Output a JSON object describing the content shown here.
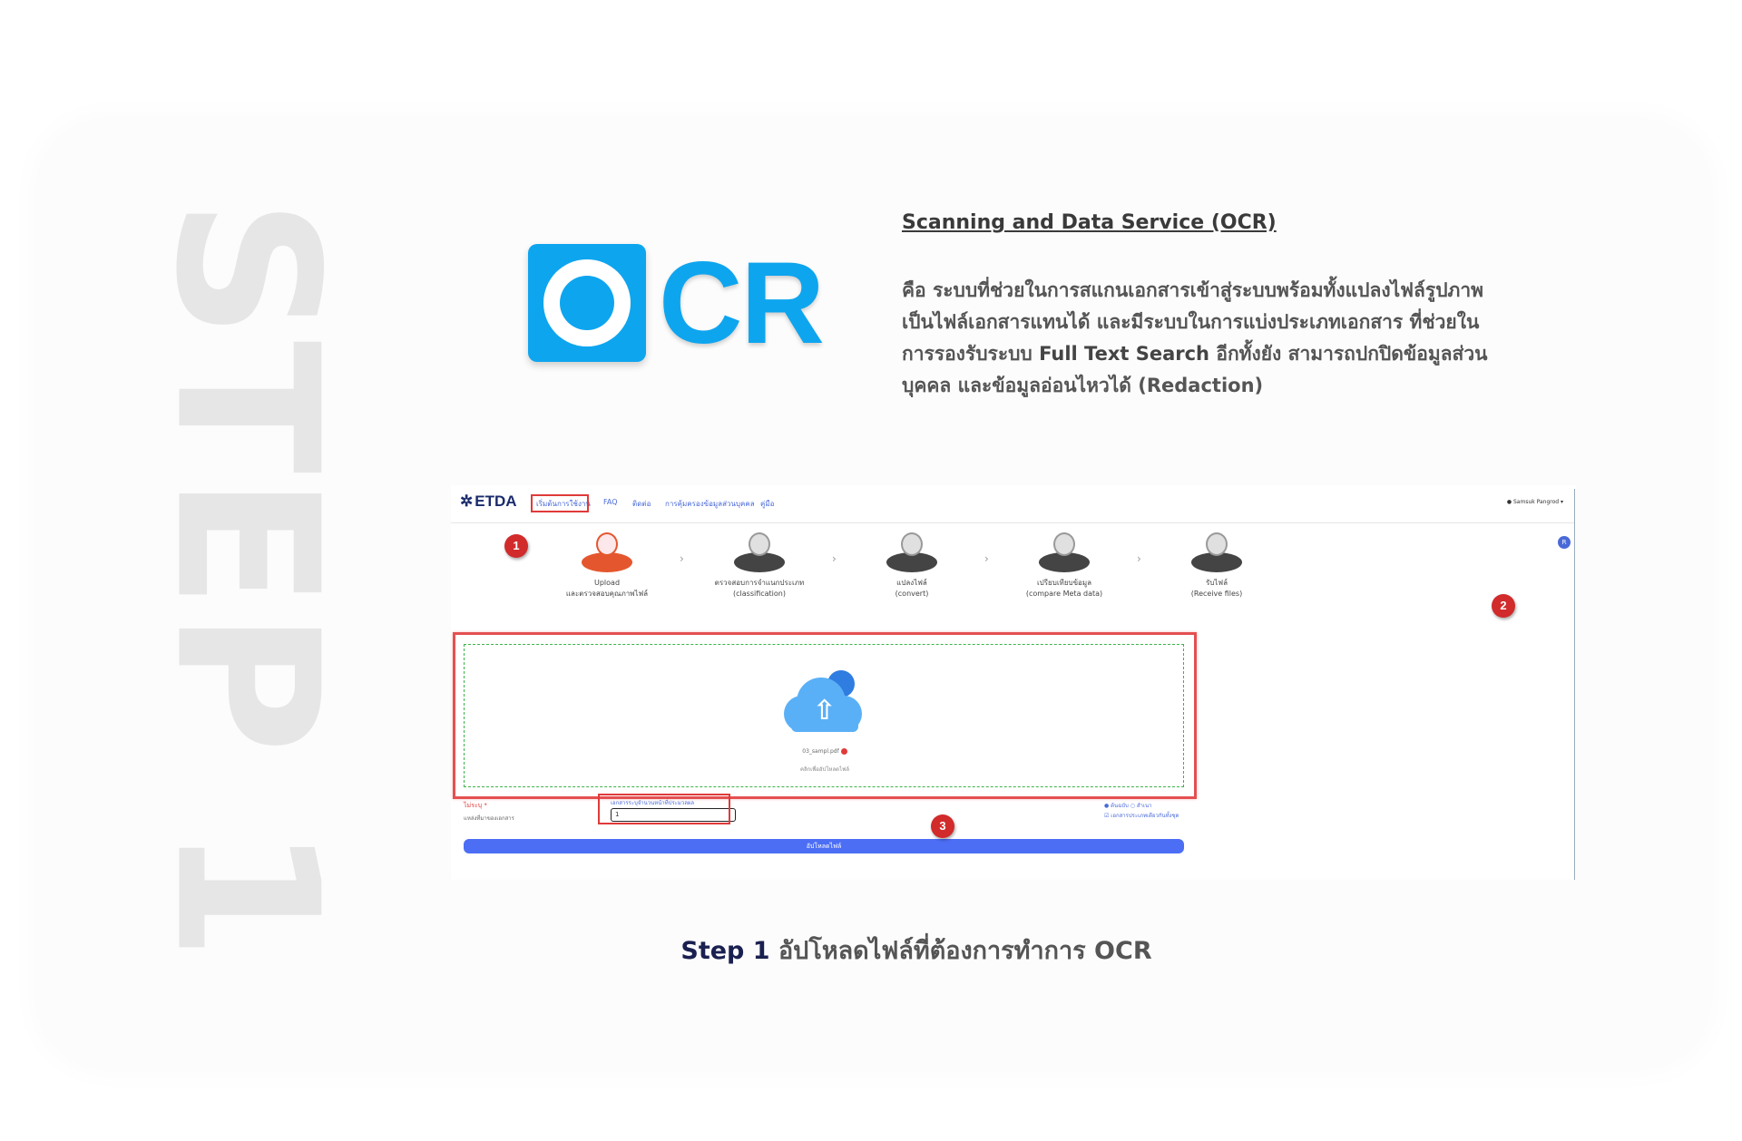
{
  "watermark": "STEP 1",
  "logo": {
    "letters": "CR",
    "accent": "#0ea5ef"
  },
  "description": {
    "title": "Scanning and Data Service (OCR)",
    "line1": "คือ ระบบที่ช่วยในการสแกนเอกสารเข้าสู่ระบบพร้อมทั้งแปลงไฟล์รูปภาพ",
    "line2": "เป็นไฟล์เอกสารแทนได้ และมีระบบในการแบ่งประเภทเอกสาร ที่ช่วยใน",
    "line3_pre": "การรองรับระบบ ",
    "line3_bold": "Full Text Search",
    "line3_post": " อีกทั้งยัง สามารถปกปิดข้อมูลส่วน",
    "line4": "บุคคล และข้อมูลอ่อนไหวได้ (Redaction)"
  },
  "app": {
    "brand": "ETDA",
    "nav": [
      "เริ่มต้นการใช้งาน",
      "FAQ",
      "ติดต่อ",
      "การคุ้มครองข้อมูลส่วนบุคคล",
      "คู่มือ"
    ],
    "user": "Samsuk Pangrod",
    "steps": [
      {
        "line1": "Upload",
        "line2": "และตรวจสอบคุณภาพไฟล์"
      },
      {
        "line1": "ตรวจสอบการจำแนกประเภท",
        "line2": "(classification)"
      },
      {
        "line1": "แปลงไฟล์",
        "line2": "(convert)"
      },
      {
        "line1": "เปรียบเทียบข้อมูล",
        "line2": "(compare Meta data)"
      },
      {
        "line1": "รับไฟล์",
        "line2": "(Receive files)"
      }
    ],
    "step_arrow": "›",
    "side_badge": "R",
    "file_name": "03_sampl.pdf",
    "file_hint": "คลิกเพื่ออัปโหลดไฟล์",
    "label_red": "ไม่ระบุ *",
    "label_gray": "แหล่งที่มาของเอกสาร",
    "field_label": "เอกสารระบุจำนวนหน้าที่ประมวลผล",
    "field_value": "1",
    "radio1": "● ต้นฉบับ   ○ สำเนา",
    "radio2": "☑ เอกสารประเภทเดียวกันทั้งชุด",
    "upload_button": "อัปโหลดไฟล์",
    "markers": [
      "1",
      "2",
      "3"
    ]
  },
  "caption": {
    "step": "Step 1",
    "text": " อัปโหลดไฟล์ที่ต้องการทำการ OCR"
  }
}
